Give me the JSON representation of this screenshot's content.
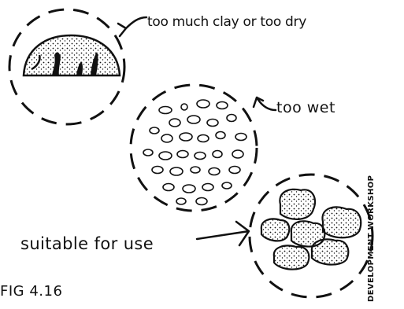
{
  "labels": {
    "too_dry": "too much clay or too dry",
    "too_wet": "too wet",
    "suitable": "suitable for use",
    "figure": "FIG 4.16",
    "credit": "DEVELOPMENT WORKSHOP"
  },
  "colors": {
    "ink": "#111111",
    "paper": "#ffffff"
  }
}
